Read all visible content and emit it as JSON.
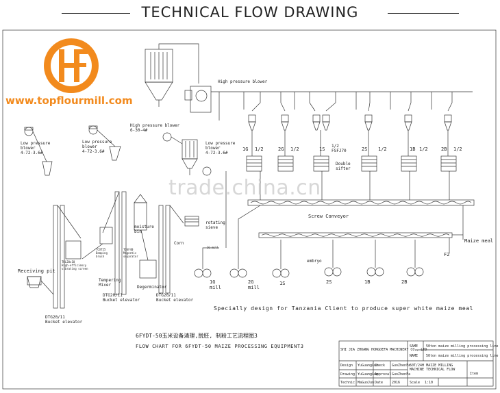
{
  "header": {
    "title": "TECHNICAL FLOW DRAWING"
  },
  "brand": {
    "url": "www.topflourmill.com",
    "logo_letters": "HF",
    "colors": {
      "orange": "#f28a1d",
      "white": "#ffffff"
    }
  },
  "watermark": "trade.china.cn",
  "labels": {
    "high_pressure_blower_top": "High pressure blower",
    "high_pressure_blower_mid": "High pressure blower\n6-30-4#",
    "low_pressure_blower_1": "Low pressure\nblower\n4-72-3.6#",
    "low_pressure_blower_2": "Low pressure\nblower\n4-72-3.6#",
    "low_pressure_blower_3": "Low pressure\nblower\n4-72-3.6#",
    "sifter_1g": "1G",
    "sifter_2g": "2G",
    "sifter_1s": "1S",
    "sifter_2s": "2S",
    "sifter_1b": "1B",
    "sifter_2b": "2B",
    "half": "1/2",
    "fsfj70": "1/2\nFSFJ70",
    "double_sifter": "Double\nsifter",
    "screw_conveyor": "Screw Conveyor",
    "maize_meal": "Maize meal",
    "f2": "F2",
    "embryo": "embryo",
    "rotating_sieve": "rotating\nsieve",
    "corn": "Corn",
    "moisture_bin": "moisture\nbin",
    "tempering_mixer": "Tempering\nMixer",
    "degerminator": "Degerminator",
    "receiving_pit": "Receiving pit",
    "bucket_elevator_1": "DTG20/11\nBucket elevator",
    "bucket_elevator_2": "DTG20/11\nBucket elevator",
    "bucket_elevator_3": "DTG20/11\nBucket elevator",
    "mill_1g": "1G\nmill",
    "mill_2g": "2G\nmill",
    "mill_1s": "1S",
    "mill_2s": "2S",
    "mill_1b": "1B",
    "mill_2b": "2B",
    "sm_label_1": "TKL20x10\nHigh-efficiency\nvibrating screen",
    "sm_label_2": "TQSF40\nMagnetic\nseparator",
    "sm_label_3": "TCXT25\nDamping\nbrush",
    "mill_small": "1G mill"
  },
  "note": "Specially design for Tanzania Client to produce super white maize meal",
  "caption": {
    "cn": "6FYDT-50玉米设备清理,脱胚, 制粉工艺流程图3",
    "en": "FLOW CHART FOR 6FYDT-50 MAIZE PROCESSING EQUIPMENT3"
  },
  "title_block": {
    "company": "SHI JIA ZHUANG HONGDEFA MACHINERY CO., LTD",
    "same": "SAME",
    "name": "NAME",
    "same_value": "50ton maize milling processing line",
    "name_value": "50ton maize milling processing line",
    "drawing_title": "50T/24H MAIZE MILLING\nMACHINE TECHNICAL FLOW",
    "item": "Item",
    "design": "Design",
    "design_by": "YuGuangLun",
    "check": "Check",
    "check_by": "GuoZhenFa",
    "drawing": "Drawing",
    "drawing_by": "YuGuangLun",
    "approval": "Approval",
    "approval_by": "GuoZhenFa",
    "technic": "Technic",
    "technic_by": "MaGuoJun",
    "date": "Date",
    "date_value": "2016",
    "scale": "Scale",
    "scale_value": "1:10"
  }
}
